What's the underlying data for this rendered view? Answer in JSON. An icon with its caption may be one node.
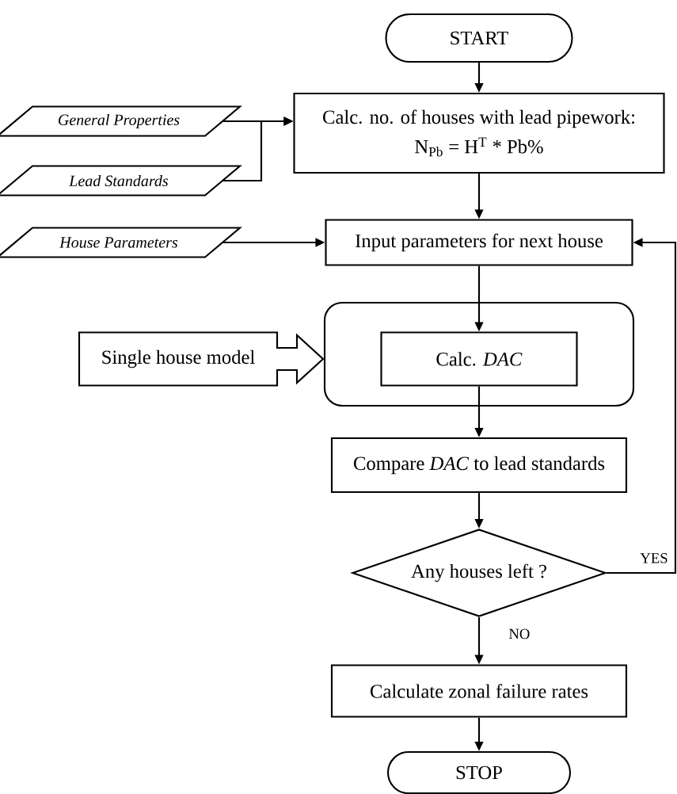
{
  "diagram": {
    "nodes": [
      {
        "text": [
          "START"
        ]
      },
      {
        "text": [
          "General Properties"
        ]
      },
      {
        "text": [
          "Lead Standards"
        ]
      },
      {
        "text": [
          "Calc. no. of houses with lead pipework:",
          "N$_{Pb}$ = H$^{T}$ * Pb%"
        ]
      },
      {
        "text": [
          "House Parameters"
        ]
      },
      {
        "text": [
          "Input parameters for next house"
        ]
      },
      {
        "text": [
          "Single house model"
        ]
      },
      {
        "text": [],
        "shape": "box"
      },
      {
        "text": [
          "Calc. *DAC*"
        ],
        "in": 7
      },
      {
        "text": [
          "Compare *DAC* to lead standards"
        ]
      },
      {
        "text": [
          "Any houses left ?"
        ]
      },
      {
        "text": [
          "Calculate zonal failure rates"
        ]
      },
      {
        "text": [
          "STOP"
        ]
      }
    ],
    "edges": [
      {
        "from": 0,
        "to": 3,
        "arrow": "to"
      },
      {
        "from": 1,
        "to": 3,
        "arrow": "to"
      },
      {
        "from": 2,
        "to": 3,
        "arrow": "to"
      },
      {
        "from": 3,
        "to": 5,
        "arrow": "to"
      },
      {
        "from": 4,
        "to": 5,
        "arrow": "to"
      },
      {
        "from": 5,
        "to": 8,
        "arrow": "to"
      },
      {
        "from": 8,
        "to": 9,
        "arrow": "to"
      },
      {
        "from": 9,
        "to": 10,
        "arrow": "to"
      },
      {
        "from": 10,
        "to": 5,
        "arrow": "to",
        "label": "YES"
      },
      {
        "from": 10,
        "to": 11,
        "arrow": "to",
        "label": "NO"
      },
      {
        "from": 11,
        "to": 12,
        "arrow": "to"
      }
    ]
  }
}
